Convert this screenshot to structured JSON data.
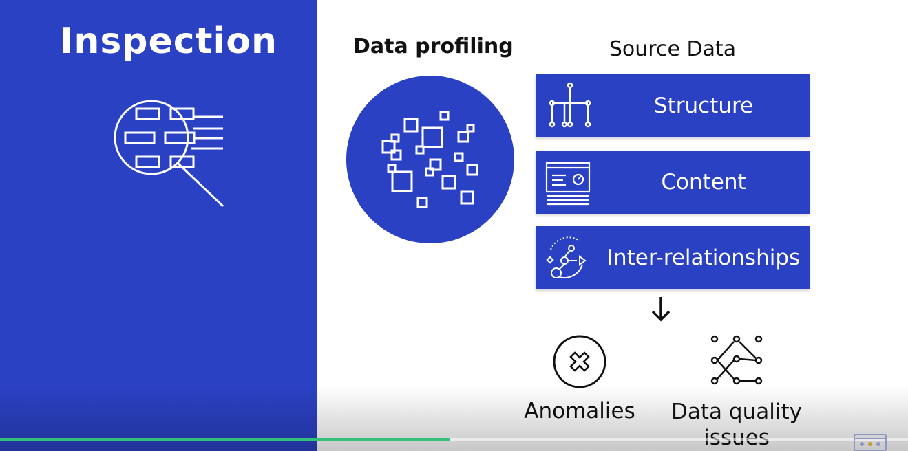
{
  "left": {
    "title": "Inspection",
    "icon": "magnifier-document-icon"
  },
  "profiling": {
    "title": "Data profiling",
    "icon": "scattered-squares-icon"
  },
  "source": {
    "title": "Source Data",
    "items": [
      {
        "label": "Structure",
        "icon": "hierarchy-icon"
      },
      {
        "label": "Content",
        "icon": "document-chart-icon"
      },
      {
        "label": "Inter-relationships",
        "icon": "relationship-cycle-icon"
      }
    ]
  },
  "outcomes": [
    {
      "label": "Anomalies",
      "icon": "error-x-icon"
    },
    {
      "label": "Data quality issues",
      "line1": "Data quality",
      "line2": "issues",
      "icon": "network-nodes-icon"
    }
  ],
  "video": {
    "progress": 0.495
  },
  "colors": {
    "brand_blue": "#2b41c4",
    "progress_green": "#35c07a"
  }
}
